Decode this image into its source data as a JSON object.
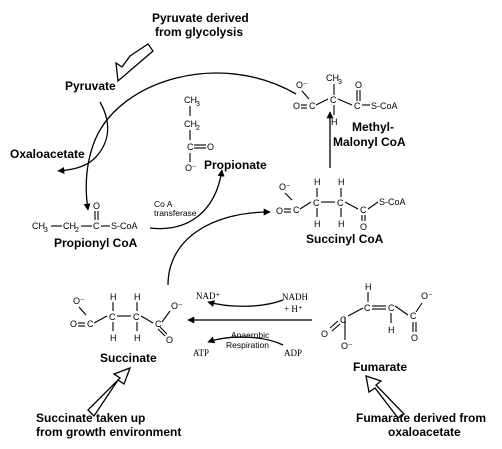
{
  "labels": {
    "pyruvate_source": [
      "Pyruvate derived",
      "from glycolysis"
    ],
    "pyruvate": "Pyruvate",
    "oxaloacetate": "Oxaloacetate",
    "propionate": "Propionate",
    "propionyl_coa": "Propionyl CoA",
    "methylmalonyl_coa": [
      "Methyl-",
      "Malonyl CoA"
    ],
    "succinyl_coa": "Succinyl CoA",
    "succinate": "Succinate",
    "fumarate": "Fumarate",
    "succinate_source": [
      "Succinate taken up",
      "from growth environment"
    ],
    "fumarate_source": [
      "Fumarate derived from",
      "oxaloacetate"
    ],
    "coa_transferase": [
      "Co A",
      "transferase"
    ],
    "anaerobic_respiration": [
      "Anaerobic",
      "Respiration"
    ],
    "nad_plus": "NAD⁺",
    "nadh": "NADH",
    "h_plus": "+ H⁺",
    "atp": "ATP",
    "adp": "ADP"
  },
  "atoms": {
    "o": "O",
    "o_minus": "O⁻",
    "c": "C",
    "h": "H",
    "ch3": "CH",
    "three": "3",
    "ch2": "CH",
    "two": "2",
    "s_coa": "S-CoA"
  }
}
